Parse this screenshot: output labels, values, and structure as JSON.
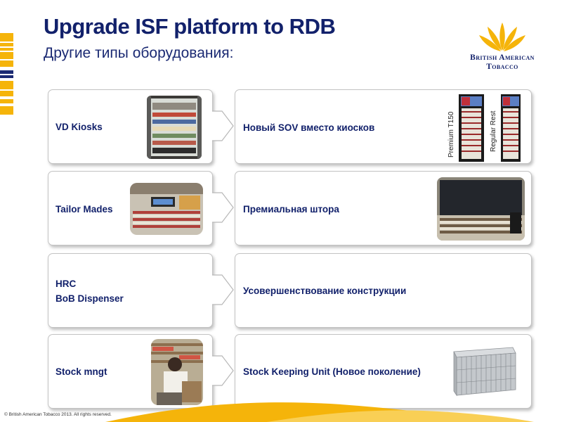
{
  "header": {
    "title": "Upgrade ISF platform to RDB",
    "subtitle": "Другие типы оборудования:"
  },
  "logo": {
    "line1": "British American",
    "line2": "Tobacco",
    "icon": "bat-leaf-logo-icon",
    "color": "#f5b40a"
  },
  "rows": [
    {
      "left_label": "VD Kiosks",
      "right_label": "Новый SOV вместо киосков"
    },
    {
      "left_label": "Tailor Mades",
      "right_label": "Премиальная штора"
    },
    {
      "left_label_line1": "HRC",
      "left_label_line2": "BoB Dispenser",
      "right_label": "Усовершенствование конструкции"
    },
    {
      "left_label": "Stock mngt",
      "right_label": "Stock Keeping Unit (Новое поколение)"
    }
  ],
  "sov_labels": {
    "premium": "Premium T150",
    "regular": "Regular Rest"
  },
  "footer": {
    "copyright": "© British American Tobacco 2013. All rights reserved."
  },
  "colors": {
    "title": "#12216b",
    "accent_yellow": "#f5b40a",
    "box_border": "#c3c3c3"
  }
}
